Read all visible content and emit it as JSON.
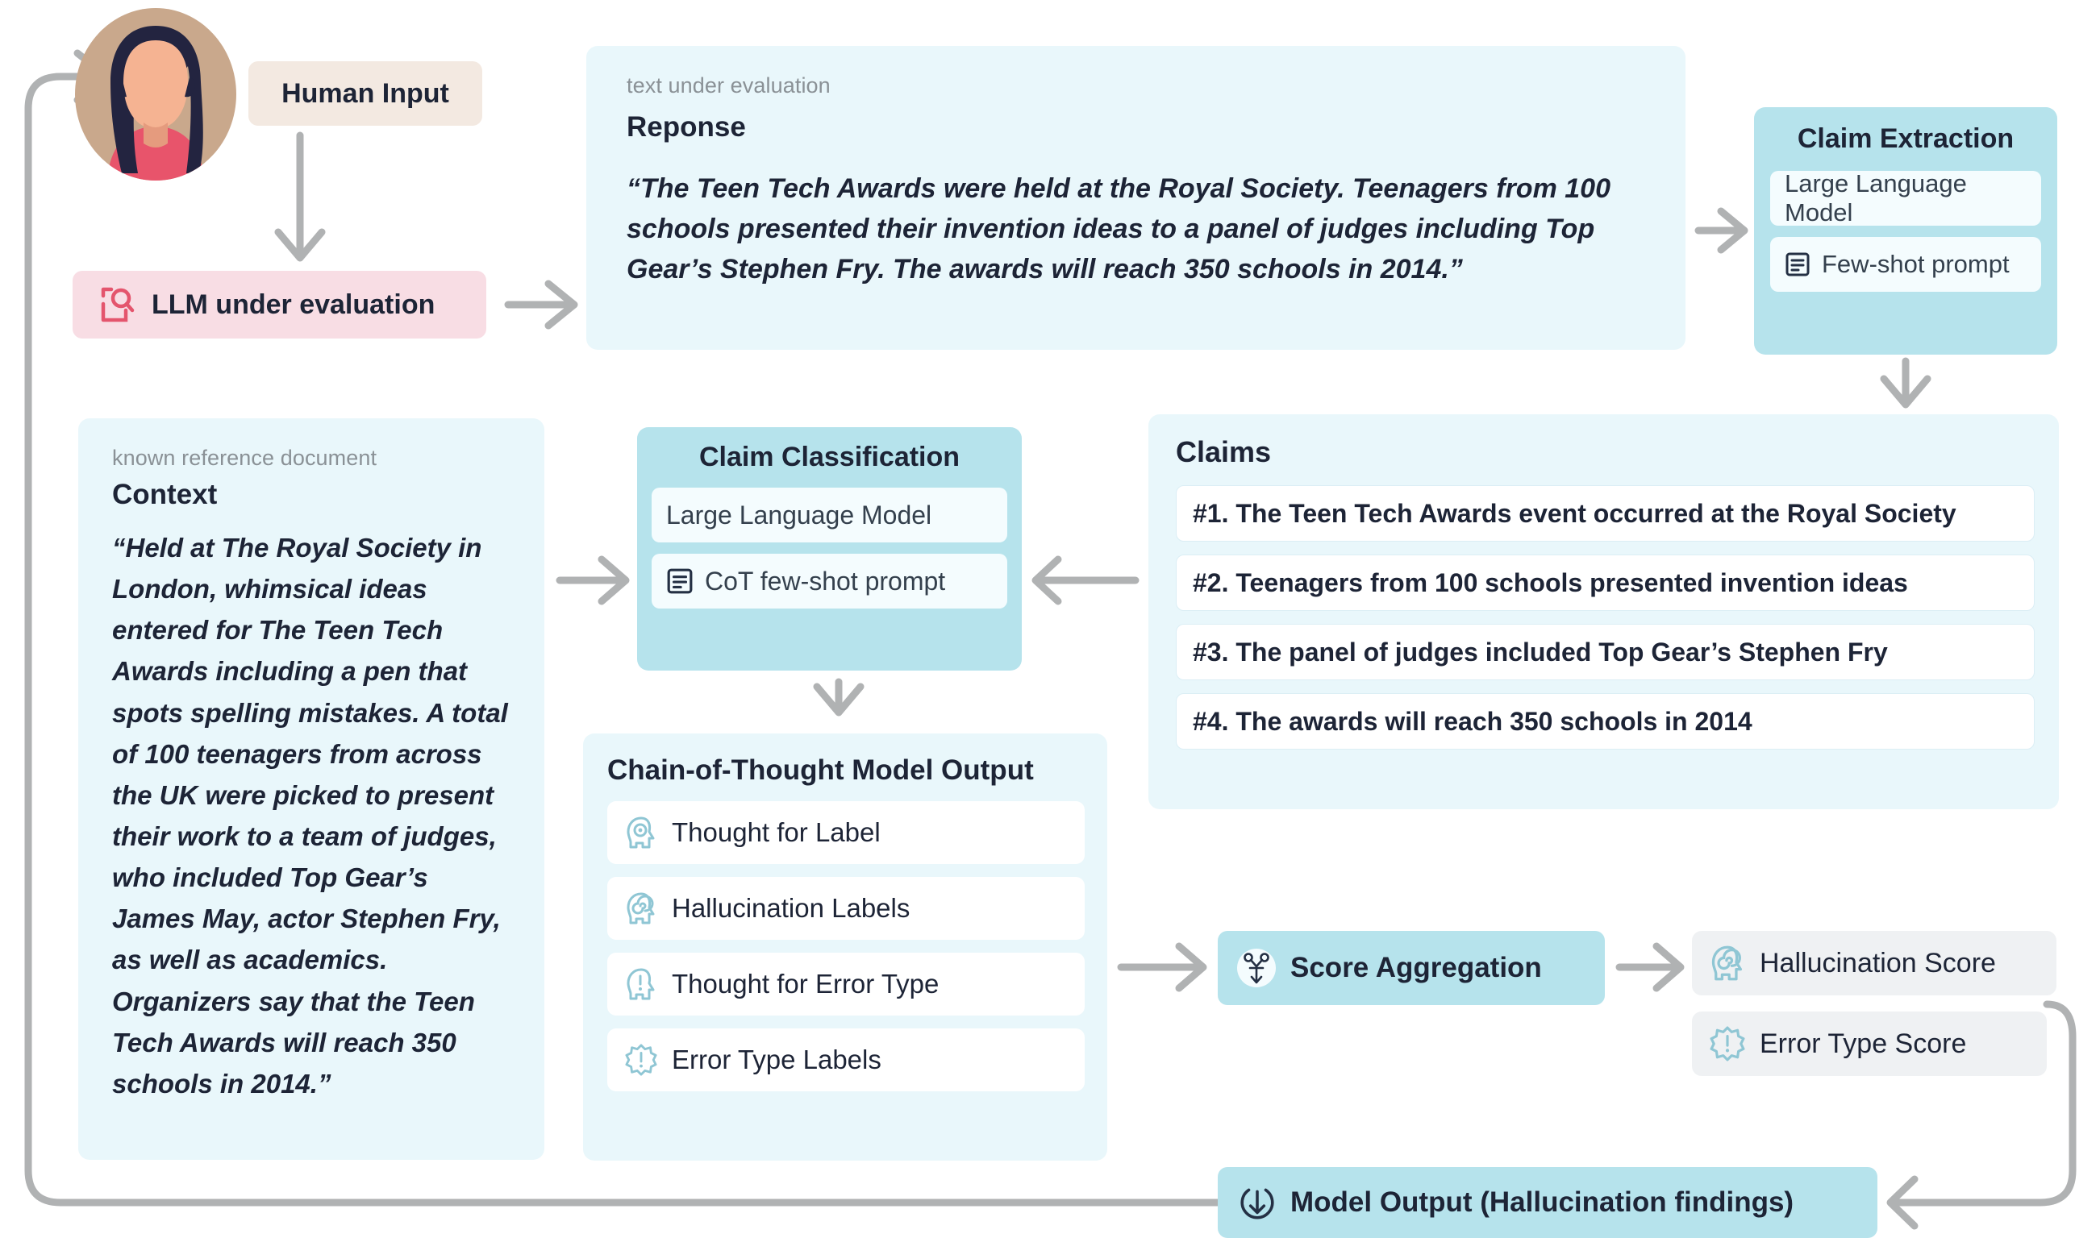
{
  "avatar": {
    "name": "human-user-avatar"
  },
  "human_input": {
    "label": "Human Input"
  },
  "llm_box": {
    "label": "LLM under evaluation",
    "icon": "document-search-icon"
  },
  "response_panel": {
    "caption": "text under evaluation",
    "title": "Reponse",
    "body": "“The Teen Tech Awards were held at the Royal Society. Teenagers from 100 schools presented their invention ideas to a panel of judges including Top Gear’s Stephen Fry. The awards will reach 350 schools in 2014.”"
  },
  "claim_extraction": {
    "title": "Claim Extraction",
    "items": [
      {
        "label": "Large Language Model",
        "icon": "none"
      },
      {
        "label": "Few-shot prompt",
        "icon": "document-lines-icon"
      }
    ]
  },
  "context_panel": {
    "caption": "known reference document",
    "title": "Context",
    "body": "“Held at The Royal Society in London, whimsical ideas entered for The Teen Tech Awards including a pen that spots spelling mistakes. A total of 100 teenagers from across the UK were picked to present their work to a team of judges, who included Top Gear’s James May, actor Stephen Fry, as well as academics. Organizers say that the Teen Tech Awards will reach 350 schools in 2014.”"
  },
  "claim_classification": {
    "title": "Claim Classification",
    "items": [
      {
        "label": "Large Language Model",
        "icon": "none"
      },
      {
        "label": "CoT few-shot prompt",
        "icon": "document-lines-icon"
      }
    ]
  },
  "claims_panel": {
    "title": "Claims",
    "items": [
      "#1. The Teen Tech Awards event occurred at the Royal Society",
      "#2. Teenagers from 100 schools presented invention ideas",
      "#3. The panel of judges included Top Gear’s Stephen Fry",
      "#4. The awards will reach 350 schools in 2014"
    ]
  },
  "cot_panel": {
    "title": "Chain-of-Thought Model Output",
    "items": [
      {
        "label": "Thought for Label",
        "icon": "head-gear-icon"
      },
      {
        "label": "Hallucination Labels",
        "icon": "head-spiral-icon"
      },
      {
        "label": "Thought for Error Type",
        "icon": "head-exclamation-icon"
      },
      {
        "label": "Error Type Labels",
        "icon": "starburst-exclamation-icon"
      }
    ]
  },
  "score_aggregation": {
    "label": "Score Aggregation",
    "icon": "merge-anchor-icon"
  },
  "scores": [
    {
      "label": "Hallucination Score",
      "icon": "head-spiral-icon"
    },
    {
      "label": "Error Type Score",
      "icon": "starburst-exclamation-icon"
    }
  ],
  "model_output": {
    "label": "Model Output (Hallucination findings)",
    "icon": "download-circle-icon"
  },
  "colors": {
    "panel_light": "#e9f7fb",
    "panel_teal": "#b6e3ec",
    "chip_grey": "#eff1f3",
    "pink": "#f8dde4",
    "pink_accent": "#e4556d",
    "beige": "#f3e9e1",
    "text_dark": "#1d2436",
    "text_muted": "#8a9196",
    "connector": "#b0b2b3",
    "icon_teal": "#8fc6d4"
  }
}
